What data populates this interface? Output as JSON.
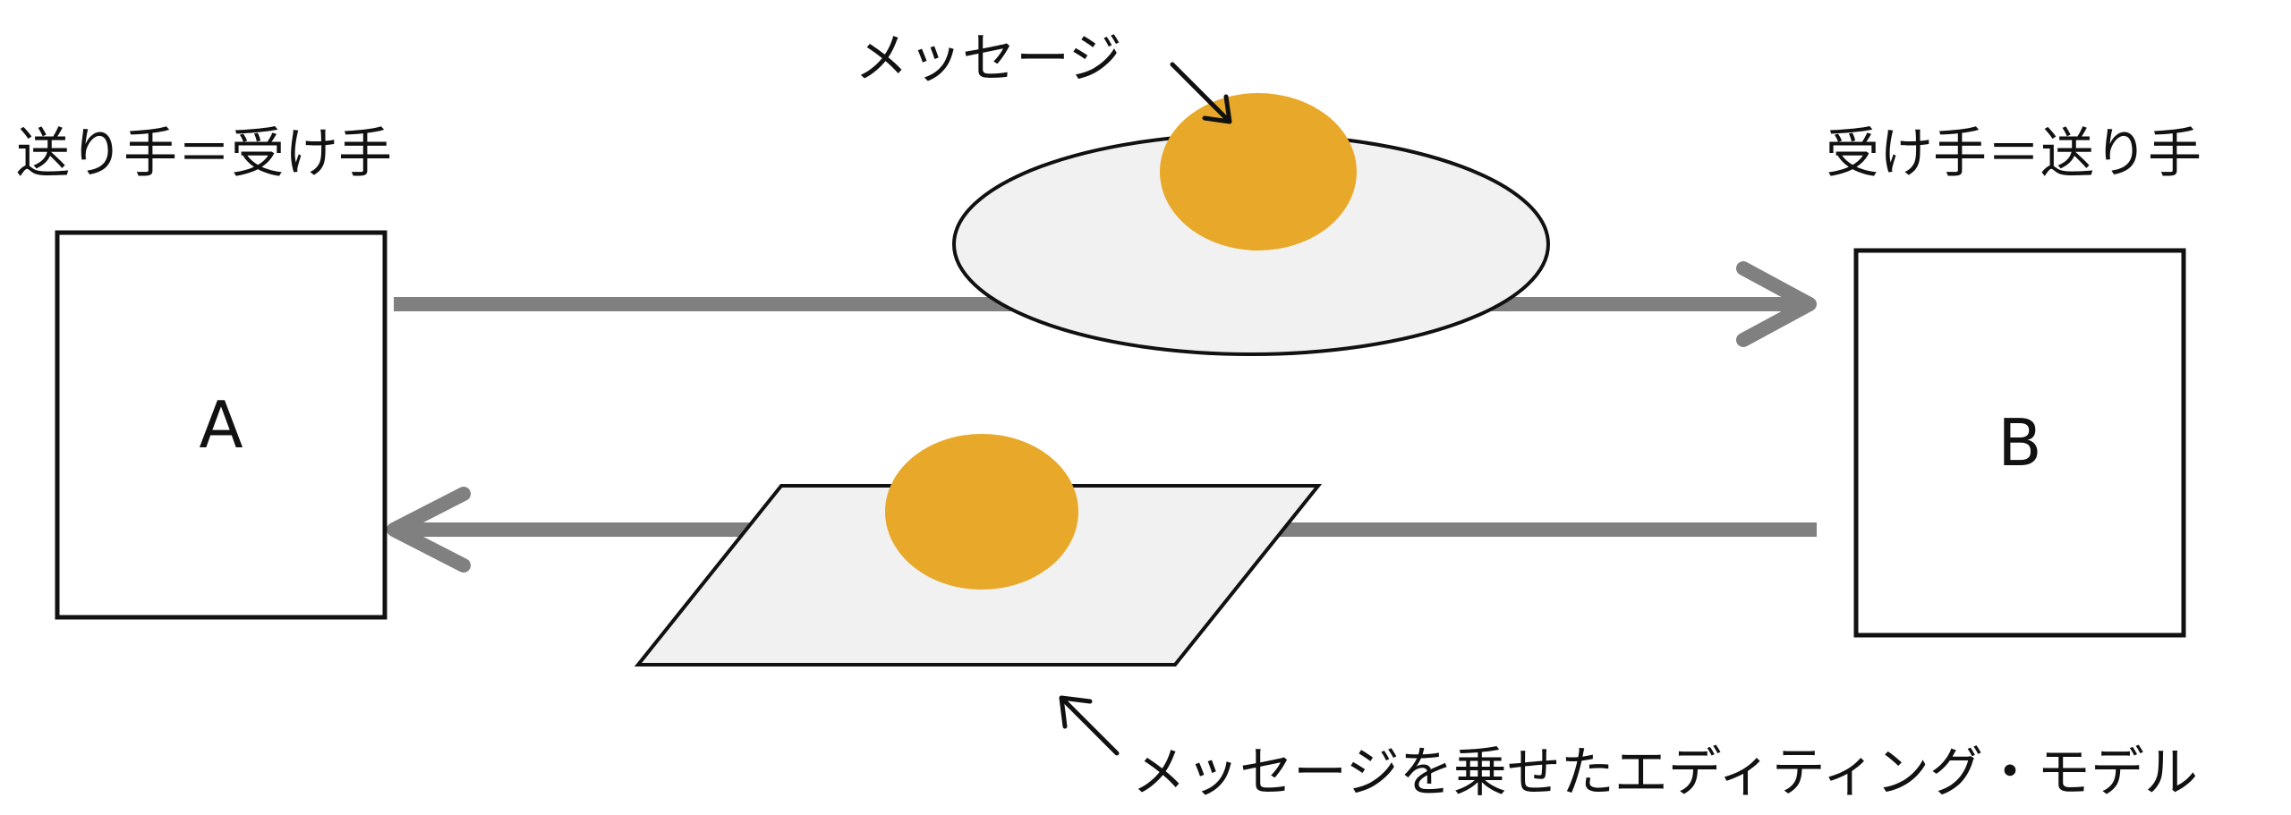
{
  "labels": {
    "sender_a": "送り手＝受け手",
    "receiver_b": "受け手＝送り手",
    "message": "メッセージ",
    "editing_model": "メッセージを乗せたエディティング・モデル"
  },
  "nodes": {
    "a": "A",
    "b": "B"
  },
  "colors": {
    "arrow": "#808080",
    "message": "#E8A92A",
    "carrier_fill": "#F1F1F1",
    "stroke": "#111111"
  }
}
